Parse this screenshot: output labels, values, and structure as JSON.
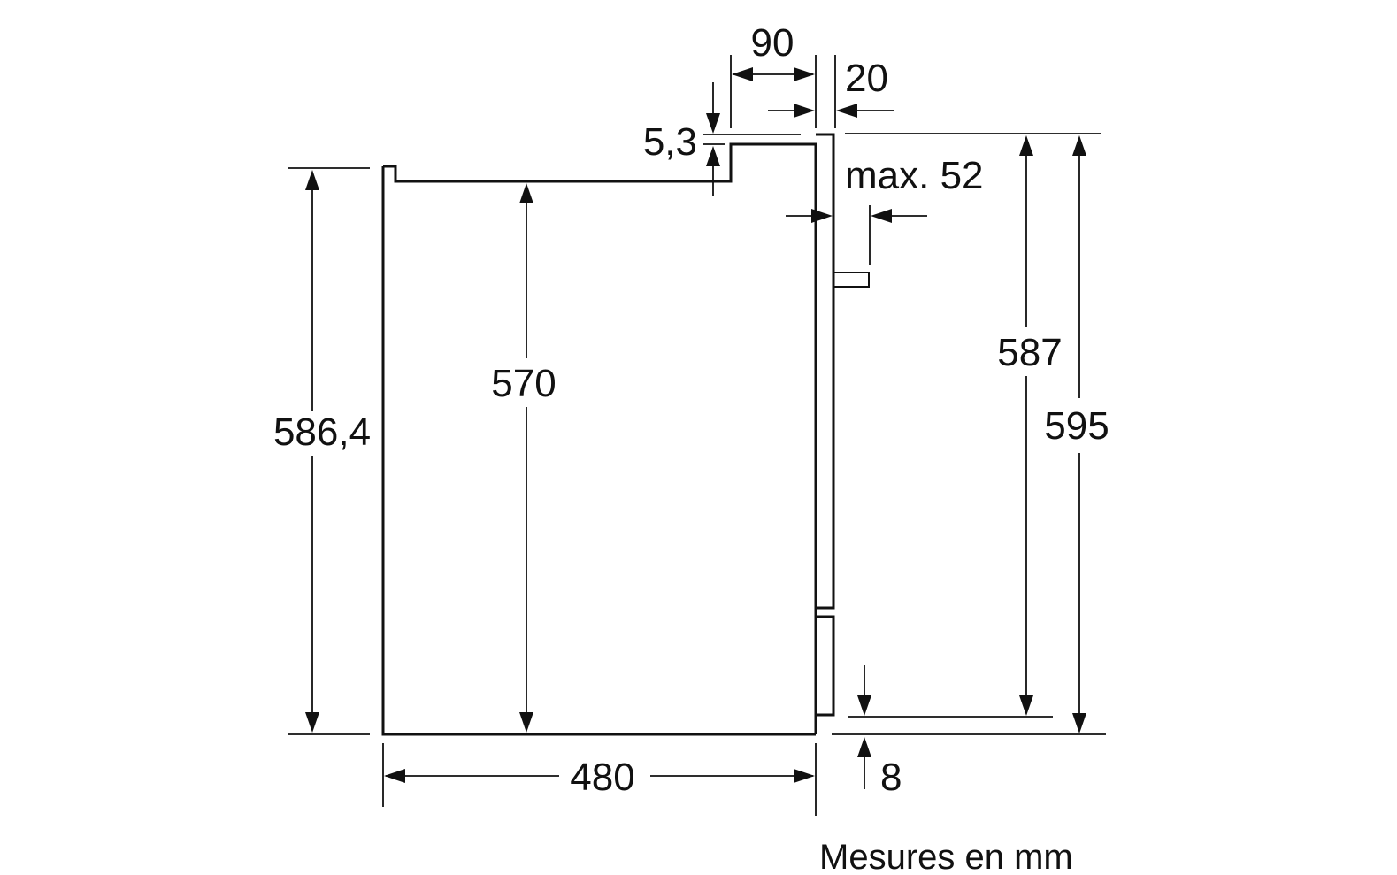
{
  "diagram": {
    "dimensions": {
      "depth_top_offset": "90",
      "panel_thickness": "20",
      "step_height": "5,3",
      "handle_max": "max. 52",
      "left_height": "586,4",
      "inner_height": "570",
      "front_height": "587",
      "total_height": "595",
      "width": "480",
      "bottom_gap": "8"
    },
    "caption": "Mesures en mm"
  }
}
